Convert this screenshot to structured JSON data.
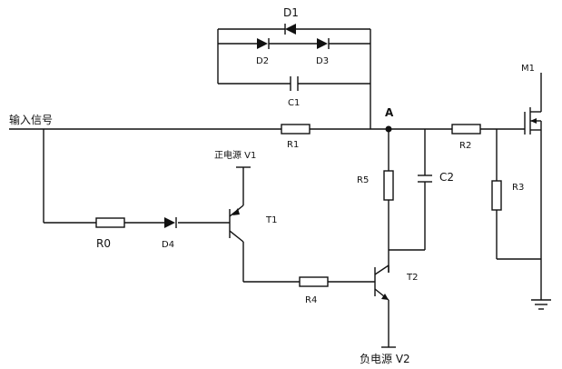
{
  "labels": {
    "input_signal": "输入信号",
    "node_a": "A",
    "d1": "D1",
    "d2": "D2",
    "d3": "D3",
    "c1": "C1",
    "r1": "R1",
    "r2": "R2",
    "r3": "R3",
    "r4": "R4",
    "r5": "R5",
    "r0": "R0",
    "c2": "C2",
    "d4": "D4",
    "t1": "T1",
    "t2": "T2",
    "m1": "M1",
    "pos_supply": "正电源 V1",
    "neg_supply": "负电源 V2"
  }
}
